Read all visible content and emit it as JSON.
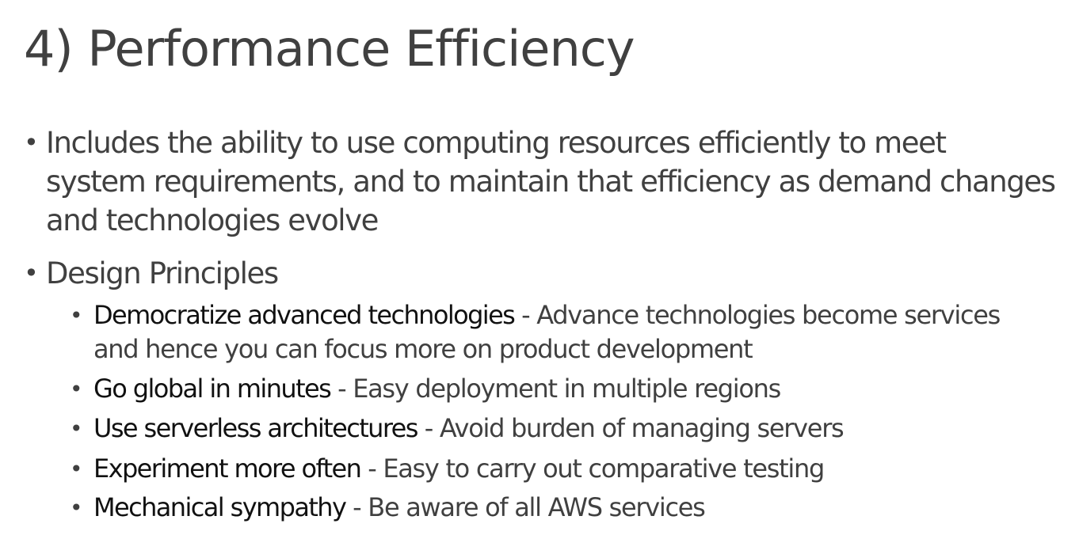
{
  "slide": {
    "title": "4) Performance Efficiency",
    "bullets": [
      {
        "lines": [
          "Includes the ability to use computing resources efficiently to meet",
          "system requirements, and to maintain that efficiency as demand changes",
          "and technologies evolve"
        ]
      },
      {
        "text": "Design Principles",
        "sub": [
          {
            "head": "Democratize advanced technologies",
            "sep": " - ",
            "line1": "Advance technologies become services",
            "line2": "and hence you can focus more on product development"
          },
          {
            "head": "Go global in minutes",
            "sep": " - ",
            "line1": "Easy deployment in multiple regions"
          },
          {
            "head": "Use serverless architectures",
            "sep": " - ",
            "line1": "Avoid burden of managing servers"
          },
          {
            "head": "Experiment more often",
            "sep": " - ",
            "line1": "Easy to carry out comparative testing"
          },
          {
            "head": "Mechanical sympathy",
            "sep": " - ",
            "line1": "Be aware of all AWS services"
          }
        ]
      }
    ],
    "bullet_glyph": "•"
  }
}
